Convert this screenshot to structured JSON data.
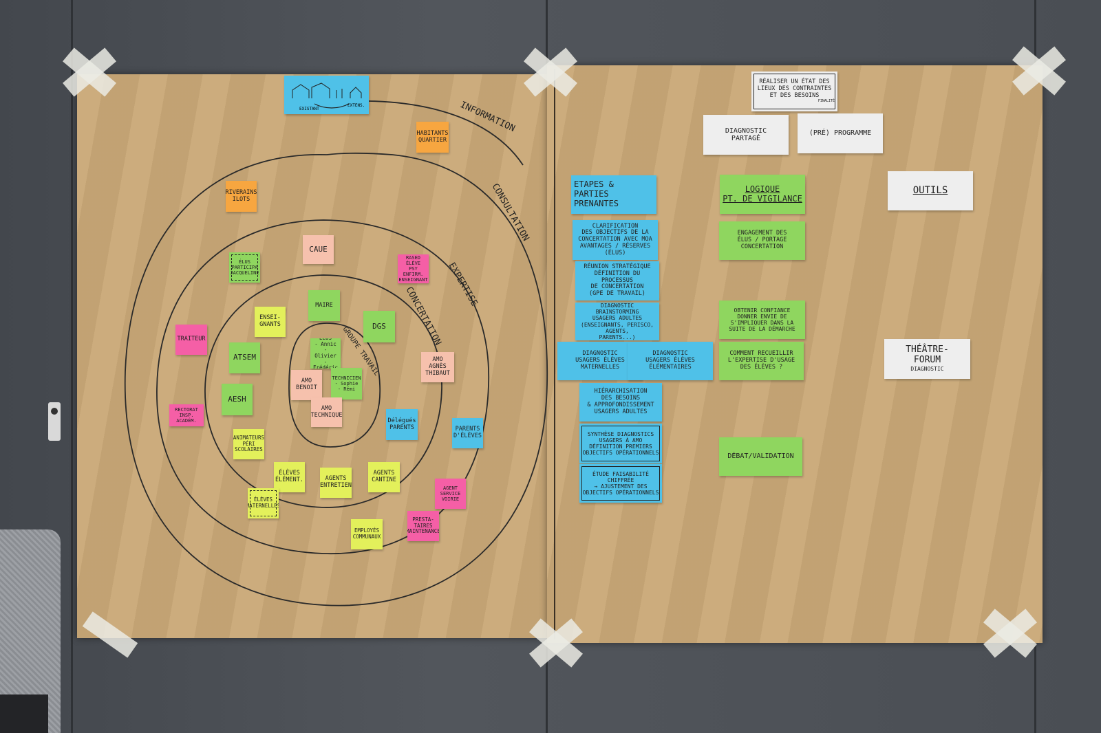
{
  "diagram": {
    "rings": [
      "INFORMATION",
      "CONSULTATION",
      "EXPERTISE",
      "CONCERTATION",
      "GROUPE TRAVAIL"
    ],
    "sketch_labels": [
      "EXISTANT",
      "EXTENS."
    ]
  },
  "left_notes": {
    "habitants": "HABITANTS\nQUARTIER",
    "riverains": "RIVERAINS\nILOTS",
    "caue": "CAUE",
    "rased": "RASED\nÉLÈVE\nPSY\nENFIRM.\nENSEIGNANT",
    "elus_partic": "ÉLUS\nPARTICIPA\nJACQUELINE",
    "maire": "MAIRE",
    "dgs": "DGS",
    "enseignants": "ENSEI-\nGNANTS",
    "traiteur": "TRAITEUR",
    "atsem": "ATSEM",
    "elus": "ÉLUS\n- Annic\n- Olivier\n- Frédéric",
    "amo_benoit": "AMO\nBENOIT",
    "techniciens": "TECHNICIEN\n- Sophie\n- Rémi",
    "amo_tech": "AMO\nTECHNIQUE",
    "amo_agnes": "AMO\nAGNÈS\nTHIBAUT",
    "aesh": "AESH",
    "rectorat": "RECTORAT\nINSP.\nACADÉM.",
    "delegues": "Délégués\nPARENTS",
    "parents": "PARENTS\nD'ÉLÈVES",
    "animateurs": "ANIMATEURS\nPÉRI\nSCOLAIRES",
    "eleves_elem": "ÉLÈVES\nÉLÉMENT.",
    "agents_entretien": "AGENTS\nENTRETIEN",
    "agents_cantine": "AGENTS\nCANTINE",
    "agent_service": "AGENT\nSERVICE\nVOIRIE",
    "eleves_mat": "ÉLÈVES\nMATERNELLES",
    "employes": "EMPLOYÉS\nCOMMUNAUX",
    "prestataires": "PRESTA-\nTAIRES\nMAINTENANCE"
  },
  "right_panel": {
    "finalite": "RÉALISER UN ÉTAT DES\nLIEUX DES CONTRAINTES\nET DES BESOINS",
    "finalite_tag": "FINALITÉ",
    "diagnostic_partage": "DIAGNOSTIC\nPARTAGÉ",
    "pre_programme": "(PRÉ) PROGRAMME",
    "headers": {
      "etapes": "ETAPES &\nPARTIES PRENANTES",
      "logique": "LOGIQUE\nPT. DE VIGILANCE",
      "outils": "OUTILS"
    },
    "etapes": [
      "CLARIFICATION\nDES OBJECTIFS DE LA\nCONCERTATION AVEC MOA\nAVANTAGES / RÉSERVES\n(ÉLUS)",
      "RÉUNION STRATÉGIQUE\nDÉFINITION DU PROCESSUS\nDE CONCERTATION\n(GPE DE TRAVAIL)",
      "DIAGNOSTIC\nBRAINSTORMING\nUSAGERS ADULTES\n(ENSEIGNANTS, PERISCO, AGENTS,\nPARENTS...)",
      "DIAGNOSTIC\nUSAGERS ÉLÈVES\nMATERNELLES",
      "DIAGNOSTIC\nUSAGERS ÉLÈVES\nÉLÉMENTAIRES",
      "HIÉRARCHISATION\nDES BESOINS\n& APPROFONDISSEMENT\nUSAGERS ADULTES",
      "SYNTHÈSE DIAGNOSTICS\nUSAGERS À AMO\nDÉFINITION PREMIERS\nOBJECTIFS OPÉRATIONNELS",
      "ÉTUDE FAISABILITÉ\nCHIFFRÉE\n→ AJUSTEMENT DES\nOBJECTIFS OPÉRATIONNELS"
    ],
    "logique": [
      "ENGAGEMENT DES\nÉLUS / PORTAGE\nCONCERTATION",
      "OBTENIR CONFIANCE\nDONNER ENVIE DE\nS'IMPLIQUER DANS LA\nSUITE DE LA DÉMARCHE",
      "COMMENT RECUEILLIR\nL'EXPERTISE D'USAGE\nDES ÉLÈVES ?",
      "DÉBAT/VALIDATION"
    ],
    "outils": {
      "theatre": "THÉÂTRE-\nFORUM",
      "theatre_sub": "DIAGNOSTIC"
    }
  }
}
